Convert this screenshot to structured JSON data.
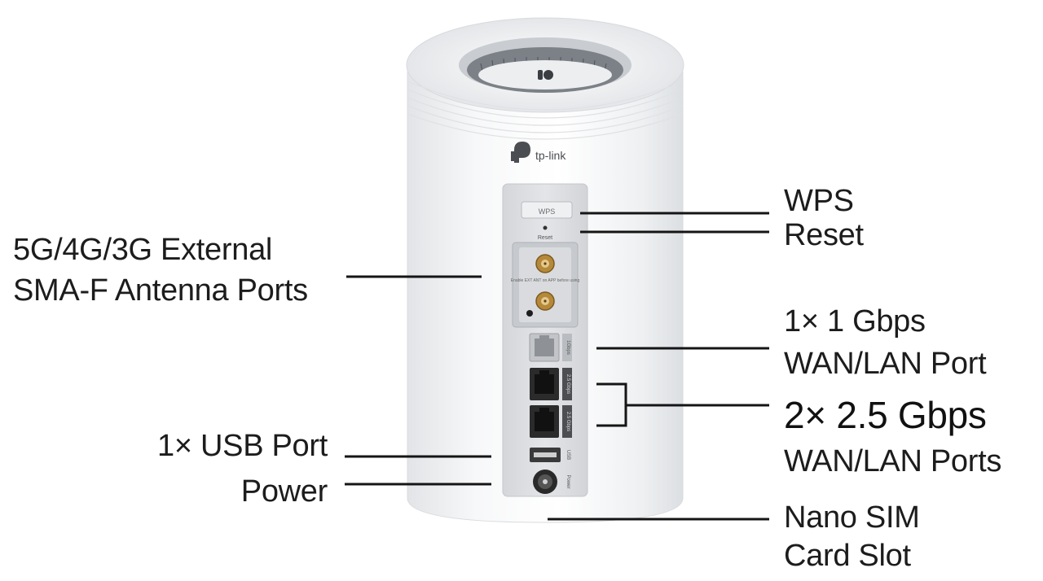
{
  "device": {
    "brand_logo_text": "tp-link",
    "panel_labels": {
      "wps": "WPS",
      "reset": "Reset",
      "antenna_note": "Enable EXT ANT on APP before using",
      "port_1gbps": "1Gbps",
      "port_25gbps_a": "2.5 Gbps",
      "port_25gbps_b": "2.5 Gbps",
      "usb": "USB",
      "power": "Power"
    }
  },
  "callouts": {
    "antenna": {
      "line1": "5G/4G/3G External",
      "line2": "SMA-F Antenna Ports"
    },
    "usb": {
      "line1": "1× USB Port"
    },
    "power": {
      "line1": "Power"
    },
    "wps": {
      "line1": "WPS"
    },
    "reset": {
      "line1": "Reset"
    },
    "wan1g": {
      "line1": "1× 1 Gbps",
      "line2": "WAN/LAN Port"
    },
    "wan25g": {
      "line1": "2× 2.5 Gbps",
      "line2": "WAN/LAN Ports"
    },
    "sim": {
      "line1": "Nano SIM",
      "line2": "Card Slot"
    }
  },
  "colors": {
    "device_body": "#f4f5f6",
    "panel": "#dcdee1",
    "port": "#2a2a2a",
    "leader_line": "#151515",
    "label_text": "#1c1c1c"
  }
}
